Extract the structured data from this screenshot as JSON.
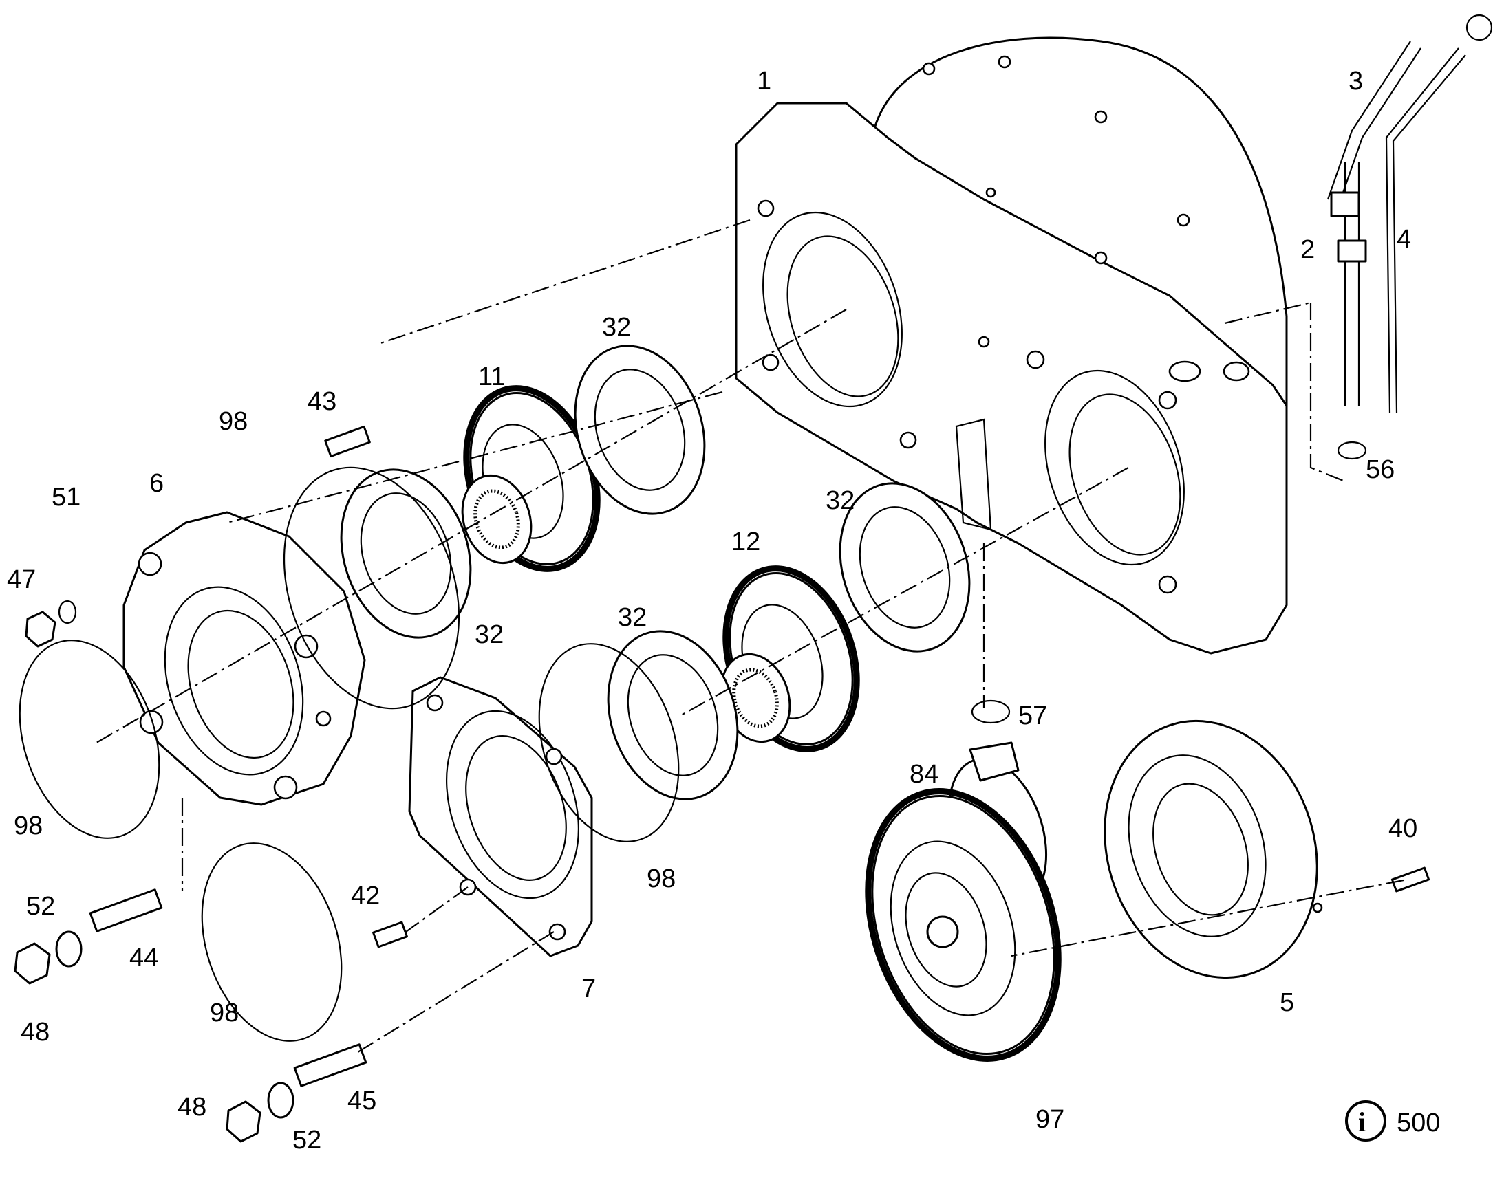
{
  "callouts": {
    "c1": "1",
    "c2": "2",
    "c3": "3",
    "c4": "4",
    "c5": "5",
    "c6": "6",
    "c7": "7",
    "c11": "11",
    "c12": "12",
    "c32a": "32",
    "c32b": "32",
    "c32c": "32",
    "c32d": "32",
    "c40": "40",
    "c42": "42",
    "c43": "43",
    "c44": "44",
    "c45": "45",
    "c47": "47",
    "c48a": "48",
    "c48b": "48",
    "c51": "51",
    "c52a": "52",
    "c52b": "52",
    "c56": "56",
    "c57": "57",
    "c84": "84",
    "c97": "97",
    "c98a": "98",
    "c98b": "98",
    "c98c": "98",
    "c98d": "98"
  },
  "info_badge": {
    "icon": "info-icon",
    "symbol": "i",
    "value": "500"
  }
}
